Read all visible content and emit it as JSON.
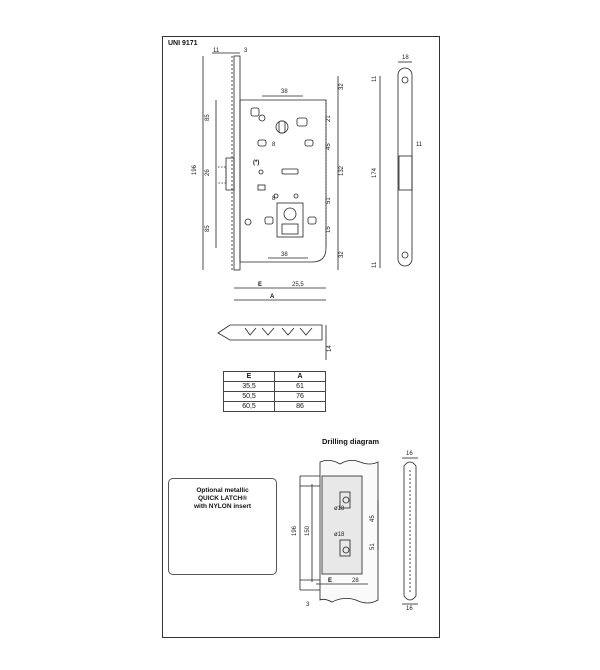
{
  "title": "UNI 9171",
  "main_dims": {
    "top_11": "11",
    "top_3": "3",
    "d38_top": "38",
    "d85_top": "85",
    "d196": "196",
    "d26": "26",
    "d85_bot": "85",
    "d8_top": "8",
    "d8_bot": "8",
    "star": "(*)",
    "d38_bot": "38",
    "d21": "21",
    "d45": "45",
    "d132": "132",
    "d51": "51",
    "d15": "15",
    "d32_top": "32",
    "d32_bot": "32",
    "e": "E",
    "d25_5": "25,5",
    "a": "A"
  },
  "faceplate_dims": {
    "d18": "18",
    "d11_top": "11",
    "d11_mid": "11",
    "d174": "174",
    "d11_bot": "11"
  },
  "latch_dim": "14",
  "table": {
    "headers": [
      "E",
      "A"
    ],
    "rows": [
      [
        "35,5",
        "61"
      ],
      [
        "50,5",
        "76"
      ],
      [
        "60,5",
        "86"
      ]
    ]
  },
  "drilling": {
    "title": "Drilling diagram",
    "dims": {
      "d196": "196",
      "d150": "150",
      "d18_top": "ø18",
      "d18_bot": "ø18",
      "d45": "45",
      "d51": "51",
      "e": "E",
      "d28": "28",
      "d3": "3",
      "d16_top": "16",
      "d16_bot": "16"
    }
  },
  "latch_box": {
    "line1": "Optional metallic",
    "line2": "QUICK LATCH®",
    "line3": "with NYLON insert"
  }
}
